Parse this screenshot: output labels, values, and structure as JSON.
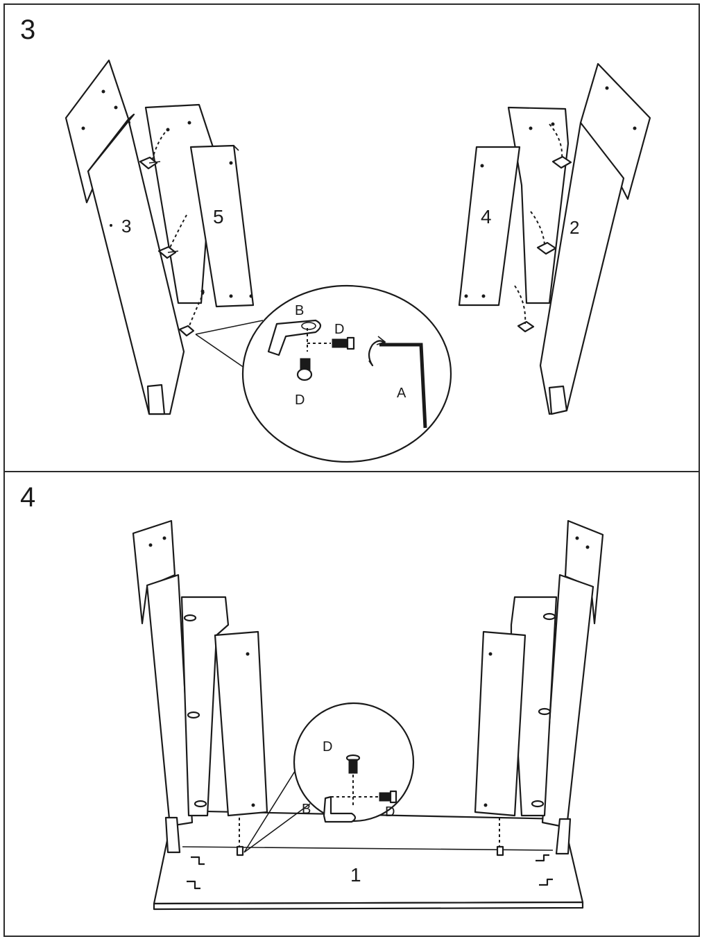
{
  "steps": [
    {
      "number": "3",
      "panel_labels": [
        "3",
        "5",
        "4",
        "2"
      ],
      "detail_labels": {
        "bracket": "B",
        "bolt_side": "D",
        "bolt_bottom": "D",
        "tool": "A"
      }
    },
    {
      "number": "4",
      "panel_labels": [
        "1"
      ],
      "detail_labels": {
        "bolt_top": "D",
        "bracket": "B",
        "bolt_side": "D"
      }
    }
  ]
}
